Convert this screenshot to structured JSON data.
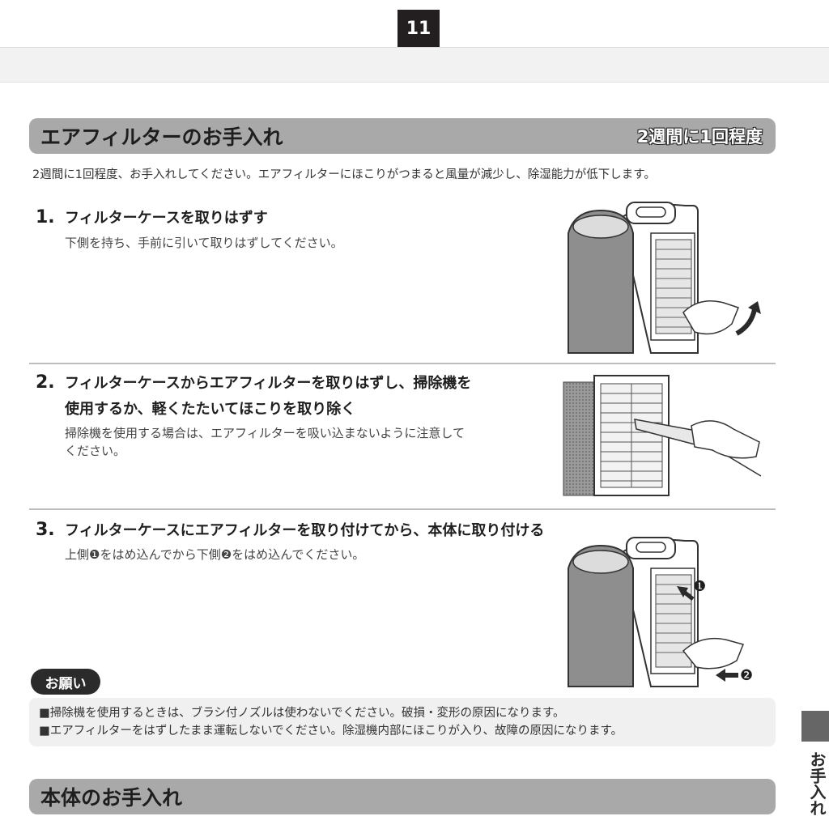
{
  "page_number": "11",
  "section1": {
    "title": "エアフィルターのお手入れ",
    "frequency": "2週間に1回程度",
    "intro": "2週間に1回程度、お手入れしてください。エアフィルターにほこりがつまると風量が減少し、除湿能力が低下します。"
  },
  "steps": [
    {
      "number": "1.",
      "title_lines": [
        "フィルターケースを取りはずす"
      ],
      "desc_lines": [
        "下側を持ち、手前に引いて取りはずしてください。"
      ]
    },
    {
      "number": "2.",
      "title_lines": [
        "フィルターケースからエアフィルターを取りはずし、掃除機を",
        "使用するか、軽くたたいてほこりを取り除く"
      ],
      "desc_lines": [
        "掃除機を使用する場合は、エアフィルターを吸い込まないように注意して",
        "ください。"
      ]
    },
    {
      "number": "3.",
      "title_lines": [
        "フィルターケースにエアフィルターを取り付けてから、本体に取り付ける"
      ],
      "desc_lines": [
        "上側❶をはめ込んでから下側❷をはめ込んでください。"
      ]
    }
  ],
  "step3_markers": [
    "❶",
    "❷"
  ],
  "caution": {
    "label": "お願い",
    "items": [
      "■掃除機を使用するときは、ブラシ付ノズルは使わないでください。破損・変形の原因になります。",
      "■エアフィルターをはずしたまま運転しないでください。除湿機内部にほこりが入り、故障の原因になります。"
    ]
  },
  "section2": {
    "title": "本体のお手入れ"
  },
  "side_tab_text": "お手入れ",
  "colors": {
    "bar": "#a9a9a9",
    "dark": "#231f20",
    "note_bg": "#f0f0f0"
  }
}
